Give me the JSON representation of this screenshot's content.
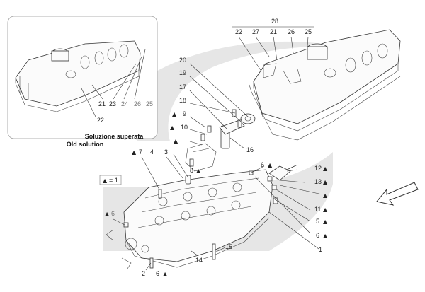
{
  "inset": {
    "caption_it": "Soluzione superata",
    "caption_en": "Old solution",
    "labels": [
      "21",
      "22",
      "23",
      "24",
      "26",
      "25"
    ]
  },
  "legend": {
    "symbol": "▲",
    "text": "= 1"
  },
  "cover_group": {
    "group_label": "28",
    "labels": [
      "22",
      "27",
      "21",
      "26",
      "25"
    ]
  },
  "parts": {
    "p1": "1",
    "p2": "2",
    "p4": "4",
    "p3": "3",
    "p5": "5",
    "p6a": "6",
    "p6b": "6",
    "p6c": "6",
    "p6d": "6",
    "p7": "7",
    "p8": "8",
    "p9": "9",
    "p10": "10",
    "p11": "11",
    "p12": "12",
    "p13": "13",
    "p14": "14",
    "p15": "15",
    "p16": "16",
    "p17": "17",
    "p18": "18",
    "p19": "19",
    "p20": "20"
  },
  "icons": [
    "direction-arrow-icon",
    "triangle-marker-icon"
  ],
  "colors": {
    "watermark": "#e6e6e6",
    "outline": "#333333"
  }
}
